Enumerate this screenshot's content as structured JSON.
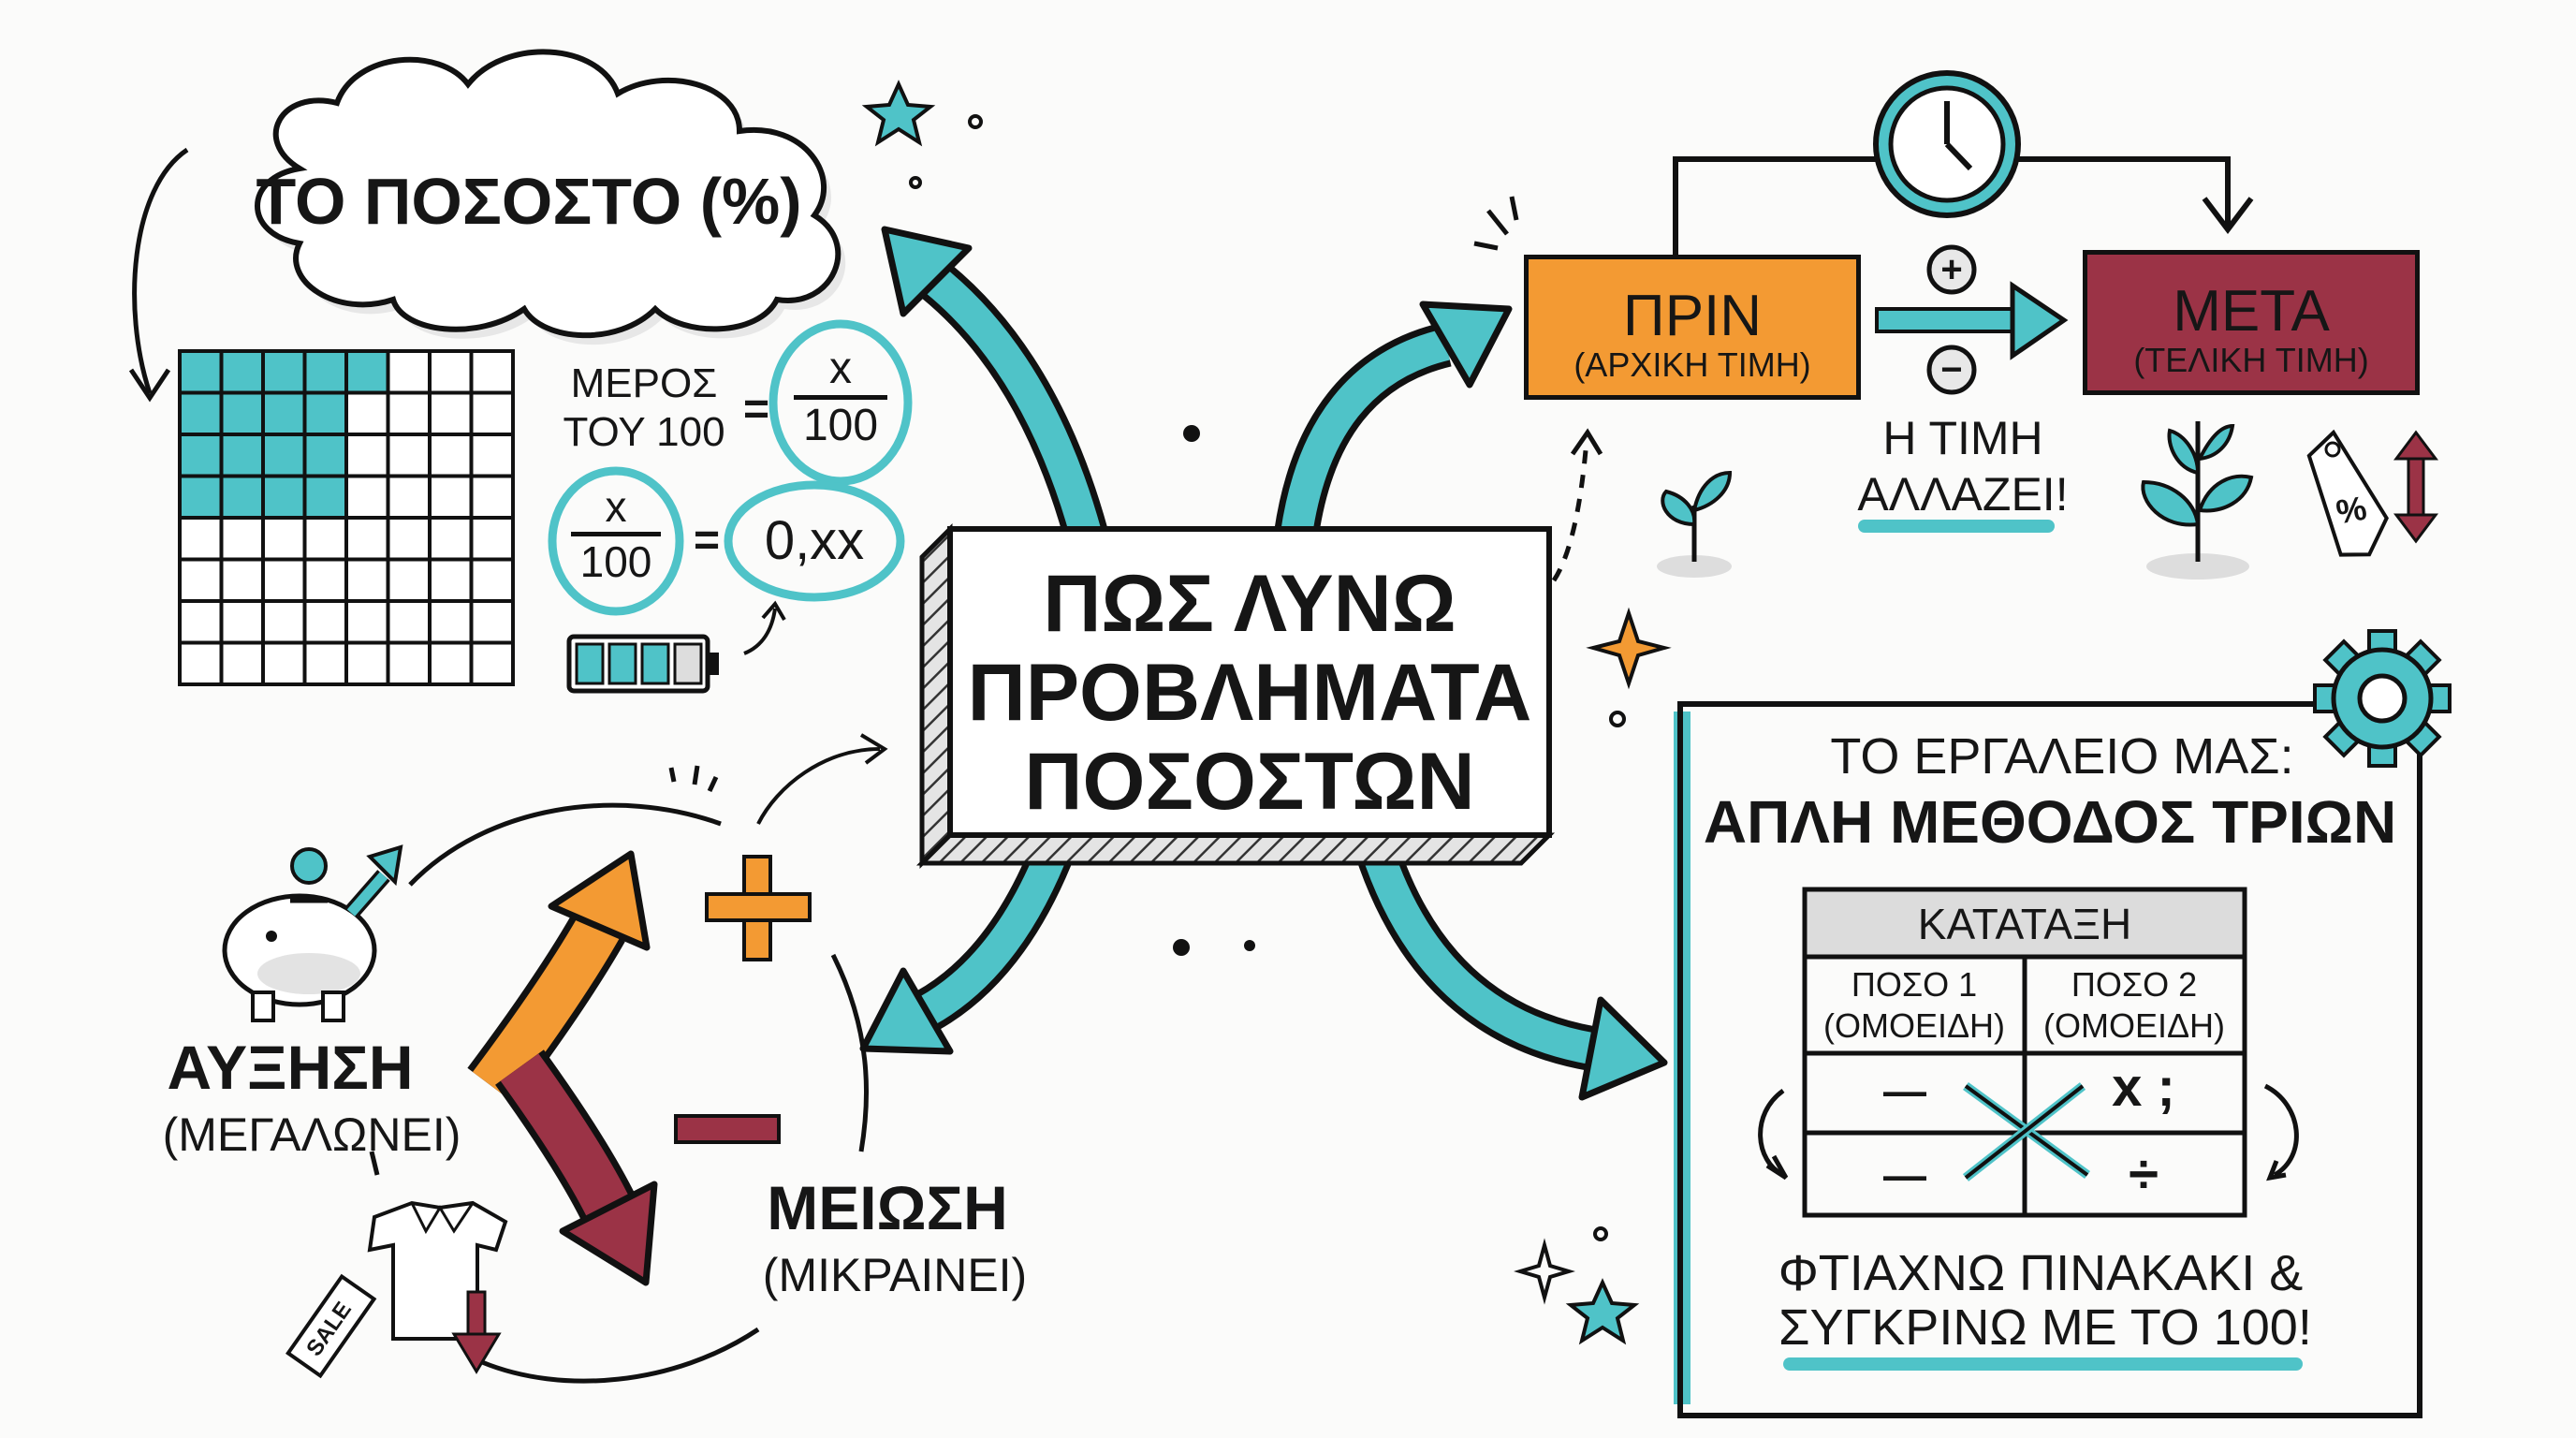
{
  "colors": {
    "teal": "#4fc3c8",
    "orange": "#f39a33",
    "maroon": "#9b3346",
    "ink": "#161616",
    "gray": "#d9d9d9"
  },
  "center": {
    "line1": "ΠΩΣ ΛΥΝΩ",
    "line2": "ΠΡΟΒΛΗΜΑΤΑ",
    "line3": "ΠΟΣΟΣΤΩΝ"
  },
  "definition": {
    "cloud_title": "ΤΟ ΠΟΣΟΣΤΟ (%)",
    "part_line1": "ΜΕΡΟΣ",
    "part_line2": "ΤΟΥ 100",
    "equals": "=",
    "fraction_num": "x",
    "fraction_den": "100",
    "decimal": "0,xx",
    "grid_filled": 17,
    "grid_total": 64,
    "battery_level": 0.75
  },
  "change": {
    "before_title": "ΠΡΙΝ",
    "before_sub": "(ΑΡΧΙΚΗ ΤΙΜΗ)",
    "after_title": "ΜΕΤΑ",
    "after_sub": "(ΤΕΛΙΚΗ ΤΙΜΗ)",
    "plus": "+",
    "minus": "−",
    "caption_line1": "Η ΤΙΜΗ",
    "caption_line2": "ΑΛΛΑΖΕΙ!",
    "tag_symbol": "%"
  },
  "increase_decrease": {
    "increase": "ΑΥΞΗΣΗ",
    "increase_sub": "(ΜΕΓΑΛΩΝΕΙ)",
    "decrease": "ΜΕΙΩΣΗ",
    "decrease_sub": "(ΜΙΚΡΑΙΝΕΙ)",
    "sale_tag": "SALE"
  },
  "tool": {
    "heading": "ΤΟ ΕΡΓΑΛΕΙΟ ΜΑΣ:",
    "title": "ΑΠΛΗ ΜΕΘΟΔΟΣ ΤΡΙΩΝ",
    "table_header": "ΚΑΤΑΤΑΞΗ",
    "col1": "ΠΟΣΟ 1",
    "col1_sub": "(ΟΜΟΕΙΔΗ)",
    "col2": "ΠΟΣΟ 2",
    "col2_sub": "(ΟΜΟΕΙΔΗ)",
    "cell_blank": "—",
    "cell_unknown": "x ;",
    "cell_divide": "÷",
    "footer_line1": "ΦΤΙΑΧΝΩ ΠΙΝΑΚΑΚΙ &",
    "footer_line2": "ΣΥΓΚΡΙΝΩ ΜΕ ΤΟ 100!"
  }
}
